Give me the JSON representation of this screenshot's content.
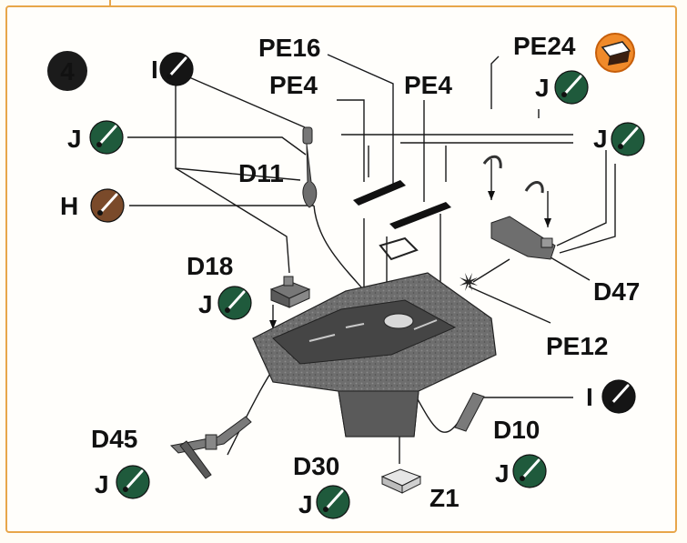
{
  "step": {
    "number": "4"
  },
  "labels": {
    "pe16": "PE16",
    "pe4_left": "PE4",
    "pe4_right": "PE4",
    "pe24": "PE24",
    "d11": "D11",
    "d18": "D18",
    "d47": "D47",
    "pe12": "PE12",
    "d45": "D45",
    "d30": "D30",
    "d10": "D10",
    "z1": "Z1"
  },
  "paint_codes": {
    "i_top": "I",
    "j_left": "J",
    "h_left": "H",
    "j_pe24": "J",
    "j_right": "J",
    "j_d18": "J",
    "i_right": "I",
    "j_d45": "J",
    "j_d30": "J",
    "j_d10": "J"
  },
  "colors": {
    "frame": "#e8a64a",
    "paint_J": "#1f5a3c",
    "paint_H": "#7a4a2a",
    "paint_I": "#151515",
    "step_badge": "#1b1b1b",
    "step_number": "#f2e6c0",
    "decal_icon": "#f08a2a",
    "part_fill": "#6a6a6a"
  }
}
